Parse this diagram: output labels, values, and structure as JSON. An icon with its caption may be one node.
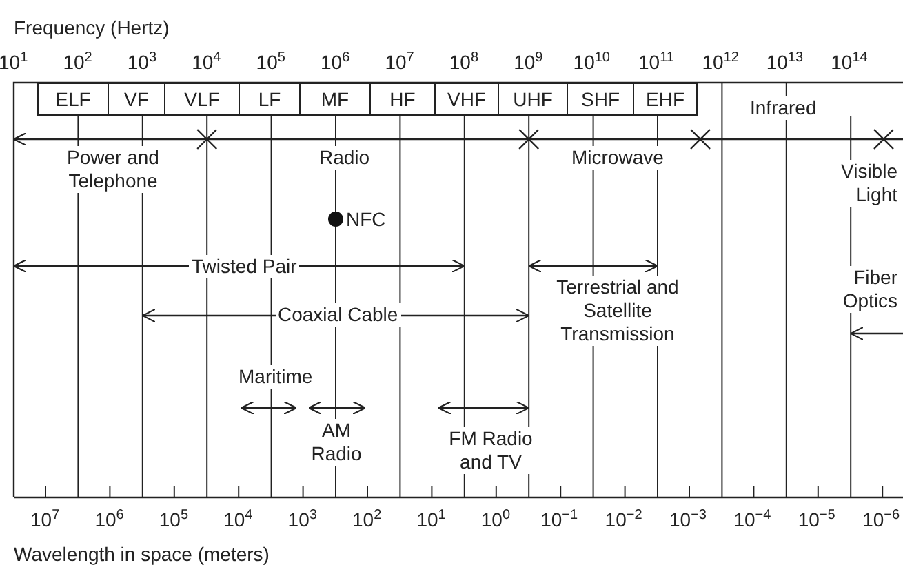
{
  "diagram": {
    "labels": [
      "Frequency (Hertz)",
      "10$^{1}$",
      "10$^{2}$",
      "10$^{3}$",
      "10$^{4}$",
      "10$^{5}$",
      "10$^{6}$",
      "10$^{7}$",
      "10$^{8}$",
      "10$^{9}$",
      "10$^{10}$",
      "10$^{11}$",
      "10$^{12}$",
      "10$^{13}$",
      "10$^{14}$",
      "ELF",
      "VF",
      "VLF",
      "LF",
      "MF",
      "HF",
      "VHF",
      "UHF",
      "SHF",
      "EHF",
      "Infrared",
      "Power and Telephone",
      "Radio",
      "Microwave",
      "Visible Light",
      "NFC",
      "Twisted Pair",
      "Fiber Optics",
      "Coaxial Cable",
      "Terrestrial and Satellite Transmission",
      "Maritime",
      "AM Radio",
      "FM Radio and TV",
      "10$^{7}$",
      "10$^{6}$",
      "10$^{5}$",
      "10$^{4}$",
      "10$^{3}$",
      "10$^{2}$",
      "10$^{1}$",
      "10$^{0}$",
      "10$^{−1}$",
      "10$^{−2}$",
      "10$^{−3}$",
      "10$^{−4}$",
      "10$^{−5}$",
      "10$^{−6}$",
      "Wavelength in space (meters)"
    ]
  }
}
